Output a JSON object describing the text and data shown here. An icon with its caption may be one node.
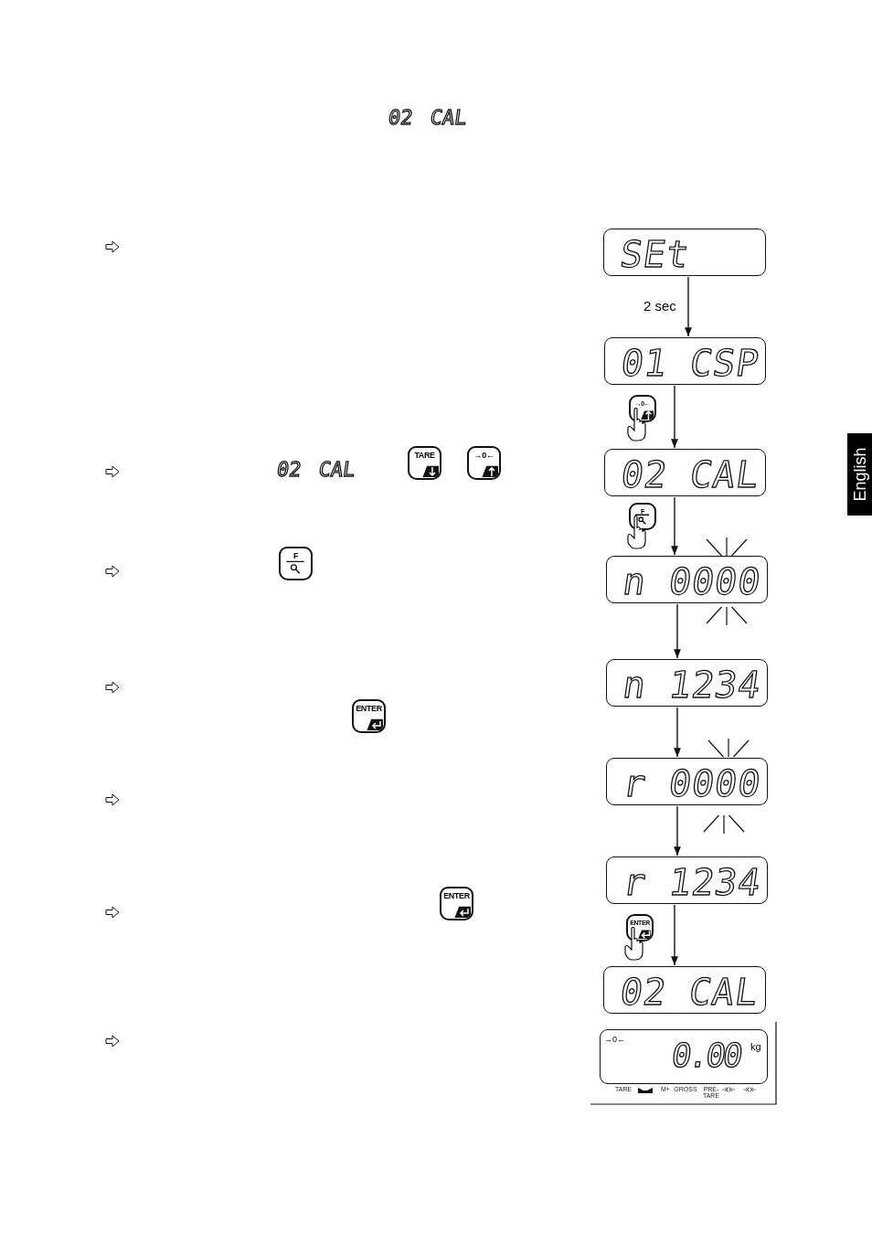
{
  "diagram": {
    "nodes": [
      {
        "text": [
          "SEt"
        ]
      },
      {
        "text": [
          "01 CSP"
        ]
      },
      {
        "text": [
          "02 CAL"
        ]
      },
      {
        "text": [
          "n 0000"
        ]
      },
      {
        "text": [
          "n 1234"
        ]
      },
      {
        "text": [
          "r 0000"
        ]
      },
      {
        "text": [
          "r 1234"
        ]
      },
      {
        "text": [
          "02 CAL"
        ]
      },
      {
        "text": [
          "→0←",
          "0.00",
          "kg"
        ],
        "beside": [
          "TARE",
          "M+",
          "GROSS",
          "PRE-TARE"
        ]
      }
    ],
    "edges": [
      {
        "from": 0,
        "to": 1,
        "arrow": "to",
        "label": "2 sec"
      },
      {
        "from": 1,
        "to": 2,
        "arrow": "to"
      },
      {
        "from": 2,
        "to": 3,
        "arrow": "to"
      },
      {
        "from": 3,
        "to": 4,
        "arrow": "to"
      },
      {
        "from": 4,
        "to": 5,
        "arrow": "to"
      },
      {
        "from": 5,
        "to": 6,
        "arrow": "to"
      },
      {
        "from": 6,
        "to": 7,
        "arrow": "to"
      }
    ],
    "labels": [
      "02 CAL",
      "→0←",
      "02 CAL",
      "TARE",
      "→0←",
      "English",
      "F",
      "F",
      "ENTER",
      "ENTER",
      "ENTER"
    ]
  }
}
